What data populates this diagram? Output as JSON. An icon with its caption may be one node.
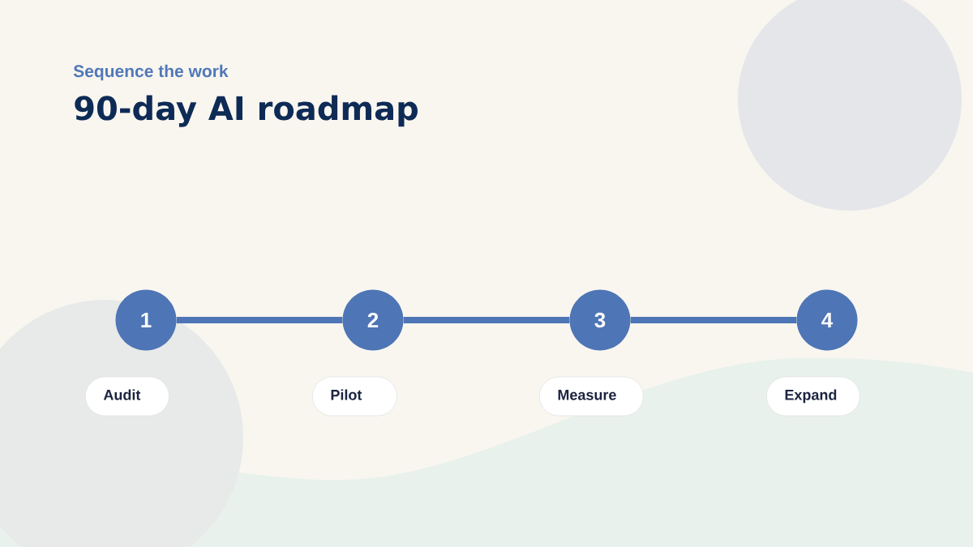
{
  "diagram": {
    "title": "90-day AI roadmap",
    "nodes": [
      {
        "text": [
          "1"
        ]
      },
      {
        "text": [
          "2"
        ]
      },
      {
        "text": [
          "3"
        ]
      },
      {
        "text": [
          "4"
        ]
      },
      {
        "text": [
          "Audit"
        ]
      },
      {
        "text": [
          "Pilot"
        ]
      },
      {
        "text": [
          "Measure"
        ]
      },
      {
        "text": [
          "Expand"
        ]
      }
    ],
    "edges": [
      {
        "from": 0,
        "to": 1,
        "arrow": "none"
      },
      {
        "from": 1,
        "to": 2,
        "arrow": "none"
      },
      {
        "from": 2,
        "to": 3,
        "arrow": "none"
      }
    ],
    "labels": [
      "Sequence the work"
    ]
  }
}
